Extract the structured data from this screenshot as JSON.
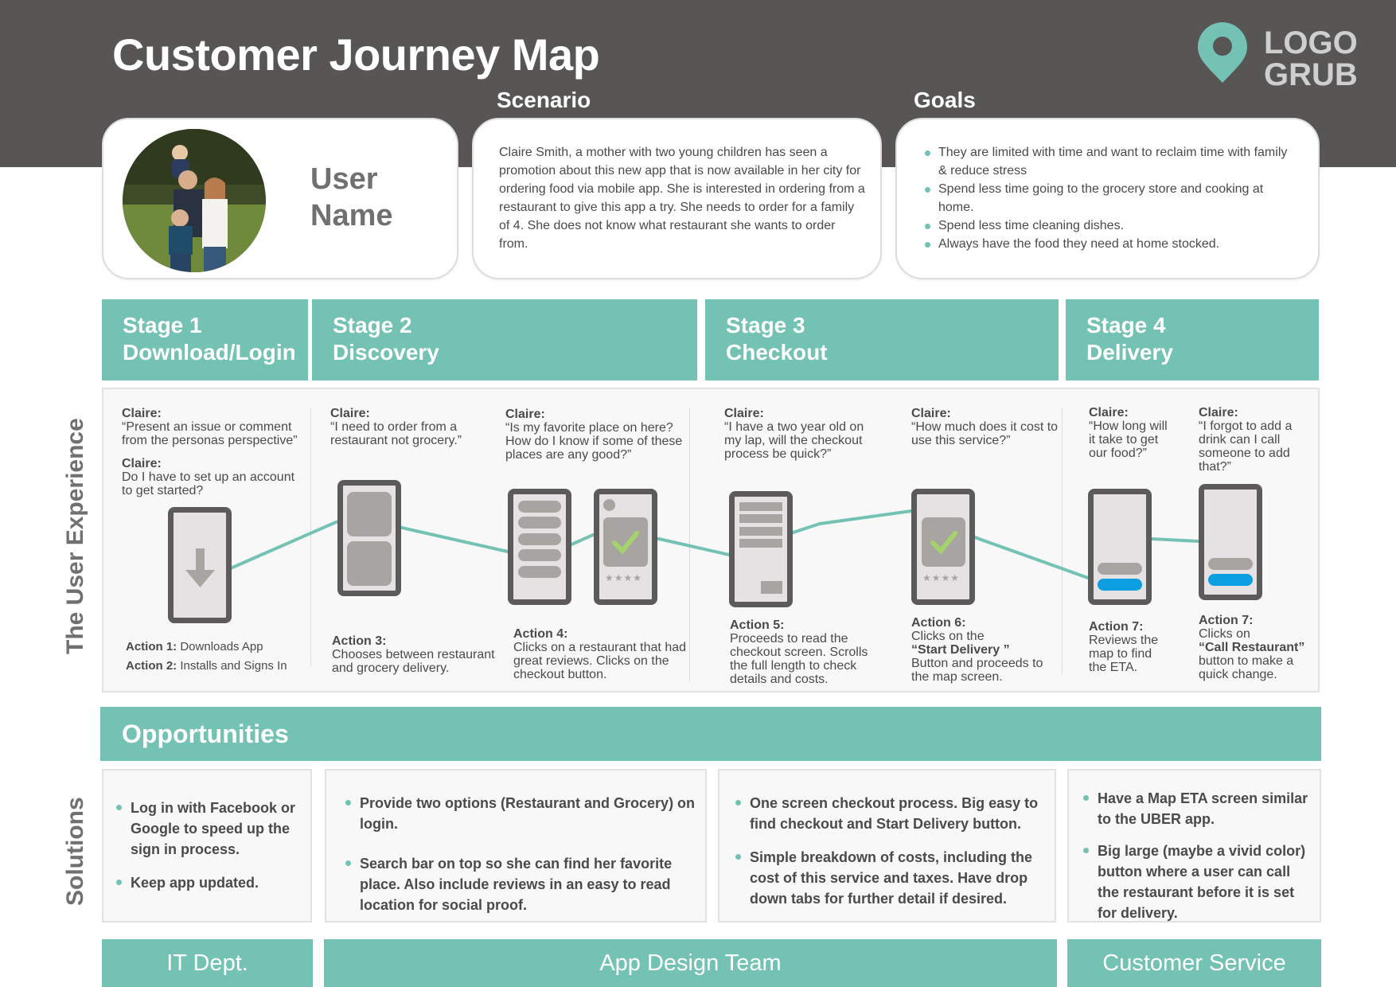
{
  "header": {
    "title": "Customer Journey Map",
    "logo": {
      "icon": "map-pin-icon",
      "line1": "LOGO",
      "line2": "GRUB"
    },
    "scenario_label": "Scenario",
    "goals_label": "Goals"
  },
  "persona": {
    "avatar": "family-photo",
    "name_line1": "User",
    "name_line2": "Name"
  },
  "scenario": {
    "text": "Claire Smith, a mother with two young children has seen a promotion about this new app that is now available in her city for ordering food via mobile app. She is interested in ordering from a restaurant to give this app a try. She needs to order for a family of 4. She does not know what restaurant she wants to order from."
  },
  "goals": [
    "They are limited with time and want to reclaim time with family & reduce stress",
    "Spend less time going to the grocery store and cooking at home.",
    "Spend less time cleaning dishes.",
    "Always have the food they need at home stocked."
  ],
  "stages": [
    {
      "number": "Stage 1",
      "name": "Download/Login"
    },
    {
      "number": "Stage 2",
      "name": "Discovery"
    },
    {
      "number": "Stage 3",
      "name": "Checkout"
    },
    {
      "number": "Stage 4",
      "name": "Delivery"
    }
  ],
  "ux": {
    "row_label": "The User Experience",
    "quotes": [
      {
        "who": "Claire:",
        "text": "“Present an issue or comment from the personas perspective”"
      },
      {
        "who": "Claire:",
        "text": "Do I have to set up an account to get started?"
      },
      {
        "who": "Claire:",
        "text": "“I need to order from a restaurant not grocery.”"
      },
      {
        "who": "Claire:",
        "text": "“Is my favorite place on here? How do I know if some of these places are any good?”"
      },
      {
        "who": "Claire:",
        "text": "“I have a two year old on my lap, will the checkout process be quick?”"
      },
      {
        "who": "Claire:",
        "text": "“How much does it cost to use this service?”"
      },
      {
        "who": "Claire:",
        "text": "“How long will it take to get our food?”"
      },
      {
        "who": "Claire:",
        "text": "“I forgot to add a drink can I call someone to add that?”"
      }
    ],
    "actions": [
      {
        "label": "Action 1:",
        "text": "Downloads App"
      },
      {
        "label": "Action 2:",
        "text": "Installs and Signs In"
      },
      {
        "label": "Action 3:",
        "text": "Chooses between restaurant and grocery delivery."
      },
      {
        "label": "Action 4:",
        "text": "Clicks on a restaurant that had great reviews. Clicks on the checkout button."
      },
      {
        "label": "Action 5:",
        "text": "Proceeds to read the checkout screen. Scrolls the full length to check details and costs."
      },
      {
        "label": "Action 6:",
        "text_before": "Clicks on the",
        "emphasis": "“Start Delivery ”",
        "text_after": "Button and proceeds to the map screen."
      },
      {
        "label": "Action 7:",
        "text": "Reviews the map to find the ETA."
      },
      {
        "label": "Action 7:",
        "text_before": "Clicks on",
        "emphasis": "“Call Restaurant”",
        "text_after": "button to make a quick change."
      }
    ],
    "screens": [
      "download-screen",
      "two-option-screen",
      "list-screen",
      "review-screen",
      "checkout-screen",
      "confirm-screen",
      "map-eta-screen",
      "call-restaurant-screen"
    ],
    "colors": {
      "line": "#74c2b4",
      "check": "#a4d36b",
      "cta": "#0b9ee0"
    }
  },
  "opportunities": {
    "title": "Opportunities",
    "row_label": "Solutions",
    "columns": [
      [
        "Log in with Facebook or Google to speed up the sign in process.",
        "Keep app updated."
      ],
      [
        "Provide two options (Restaurant and Grocery) on login.",
        "Search bar on top so she can find her favorite place. Also include reviews in an easy to read location for social proof."
      ],
      [
        "One screen checkout process. Big easy to find checkout and Start Delivery button.",
        "Simple breakdown of costs, including the cost of this service and taxes. Have drop down tabs for further detail if desired."
      ],
      [
        "Have a Map ETA screen similar to the UBER app.",
        "Big large (maybe a vivid color) button where a user can call the restaurant before it is set for delivery."
      ]
    ]
  },
  "teams": [
    "IT Dept.",
    "App Design Team",
    "Customer Service"
  ],
  "colors": {
    "header_bg": "#585555",
    "accent": "#74c2b4",
    "text": "#4a4a4a",
    "logo_text": "#cfcfcf"
  }
}
